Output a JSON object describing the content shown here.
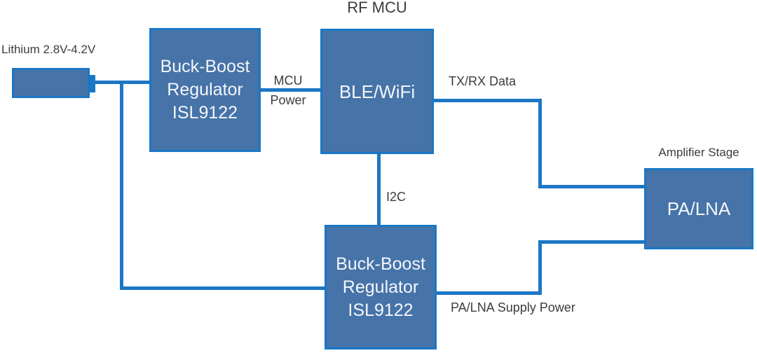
{
  "colors": {
    "block_fill": "#4673a8",
    "block_border": "#1b77c5",
    "line_color": "#1b77c5",
    "label_text": "#3c3c3c",
    "block_text": "#f4f6f9"
  },
  "battery": {
    "label": "Lithium 2.8V-4.2V"
  },
  "blocks": {
    "regulator_top": {
      "lines": [
        "Buck-Boost",
        "Regulator",
        "ISL9122"
      ]
    },
    "rf_mcu": {
      "title": "RF MCU",
      "label": "BLE/WiFi"
    },
    "regulator_bottom": {
      "lines": [
        "Buck-Boost",
        "Regulator",
        "ISL9122"
      ]
    },
    "amplifier": {
      "title": "Amplifier Stage",
      "label": "PA/LNA"
    }
  },
  "connection_labels": {
    "mcu_power_line1": "MCU",
    "mcu_power_line2": "Power",
    "txrx_data": "TX/RX Data",
    "i2c": "I2C",
    "pa_lna_supply": "PA/LNA Supply Power"
  }
}
